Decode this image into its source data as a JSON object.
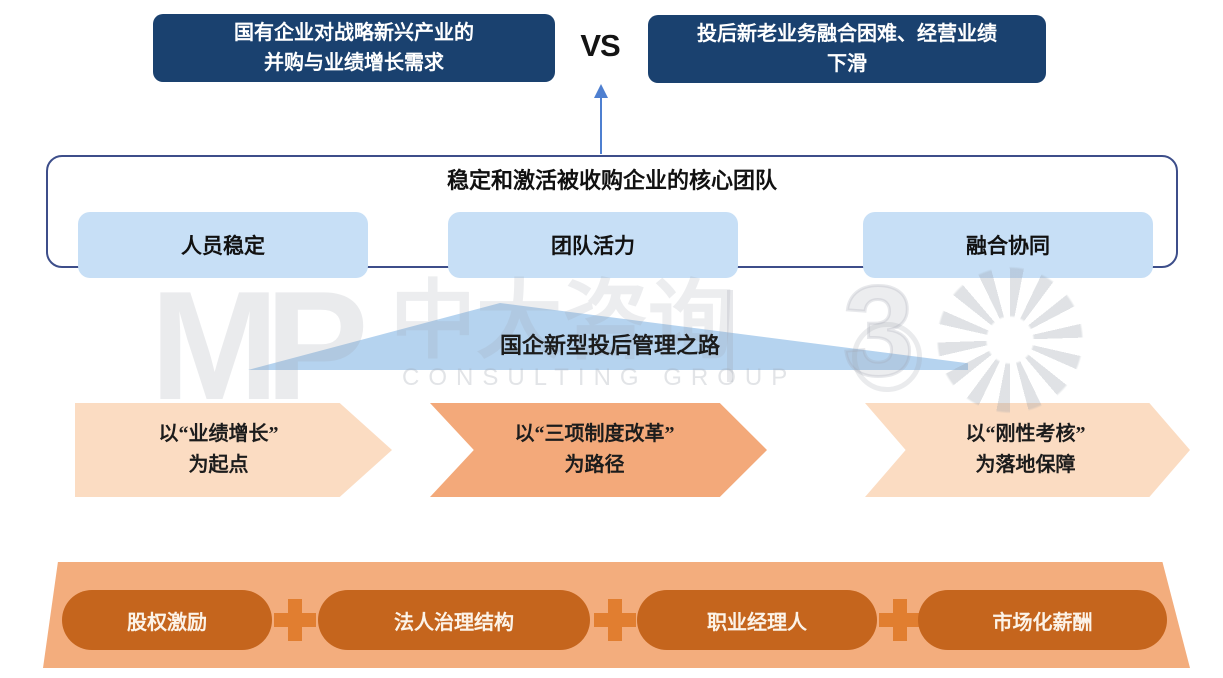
{
  "top": {
    "left_box": {
      "line1": "国有企业对战略新兴产业的",
      "line2": "并购与业绩增长需求"
    },
    "vs": "VS",
    "right_box": {
      "line1": "投后新老业务融合困难、经营业绩",
      "line2": "下滑"
    }
  },
  "core": {
    "title": "稳定和激活被收购企业的核心团队",
    "pillars": [
      "人员稳定",
      "团队活力",
      "融合协同"
    ]
  },
  "path": {
    "banner": "国企新型投后管理之路"
  },
  "steps": [
    {
      "line1": "以“业绩增长”",
      "line2": "为起点"
    },
    {
      "line1": "以“三项制度改革”",
      "line2": "为路径"
    },
    {
      "line1": "以“刚性考核”",
      "line2": "为落地保障"
    }
  ],
  "mechanisms": [
    "股权激励",
    "法人治理结构",
    "职业经理人",
    "市场化薪酬"
  ],
  "watermark": {
    "logo": "MP",
    "brand": "中大咨询",
    "separator": "|",
    "anniversary": "3",
    "tagline": "CONSULTING GROUP"
  },
  "colors": {
    "navy": "#1A416F",
    "light_blue": "#C7DFF6",
    "triangle_blue": "#B5D3EF",
    "rect_border": "#3D4E8A",
    "arrow_blue": "#4E7FD0",
    "peach": "#FBDCC2",
    "mid_orange": "#F3A97A",
    "trapezoid_orange": "#F3AD7D",
    "pill_orange": "#C5651D",
    "plus_orange": "#E17E30"
  }
}
